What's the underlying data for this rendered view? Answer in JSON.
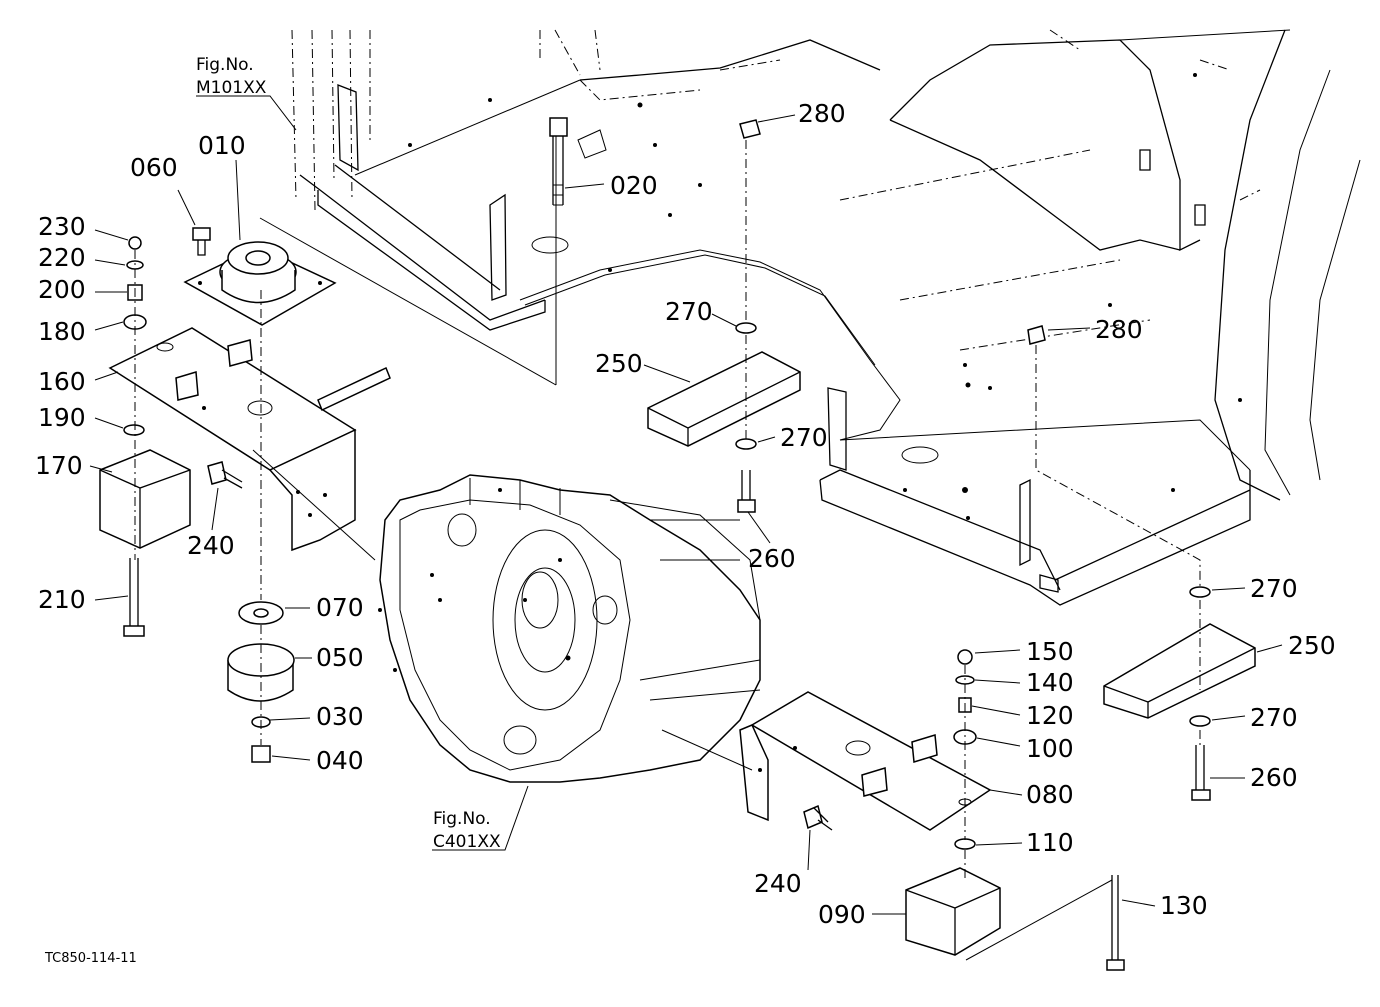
{
  "diagram": {
    "drawing_code": "TC850-114-11",
    "figure_refs": [
      {
        "line1": "Fig.No.",
        "line2": "M101XX"
      },
      {
        "line1": "Fig.No.",
        "line2": "C401XX"
      }
    ],
    "callouts": [
      "010",
      "060",
      "230",
      "220",
      "200",
      "180",
      "160",
      "190",
      "170",
      "240",
      "210",
      "070",
      "050",
      "030",
      "040",
      "020",
      "280",
      "270",
      "250",
      "270",
      "260",
      "280",
      "270",
      "250",
      "270",
      "260",
      "150",
      "140",
      "120",
      "100",
      "080",
      "110",
      "240",
      "090",
      "130"
    ]
  }
}
